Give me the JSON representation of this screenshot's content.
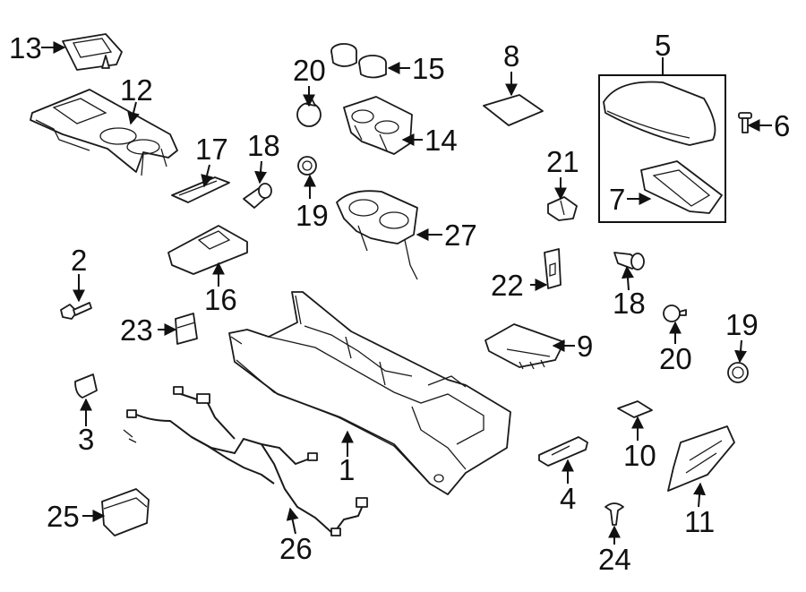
{
  "diagram": {
    "callouts": {
      "c1": "1",
      "c2": "2",
      "c3": "3",
      "c4": "4",
      "c5": "5",
      "c6": "6",
      "c7": "7",
      "c8": "8",
      "c9": "9",
      "c10": "10",
      "c11": "11",
      "c12": "12",
      "c13": "13",
      "c14": "14",
      "c15": "15",
      "c16": "16",
      "c17": "17",
      "c18a": "18",
      "c18b": "18",
      "c19a": "19",
      "c19b": "19",
      "c20a": "20",
      "c20b": "20",
      "c21": "21",
      "c22": "22",
      "c23": "23",
      "c24": "24",
      "c25": "25",
      "c26": "26",
      "c27": "27"
    },
    "colors": {
      "line": "#1a1a1a",
      "shade": "#e6e6e6",
      "background": "#ffffff"
    }
  }
}
